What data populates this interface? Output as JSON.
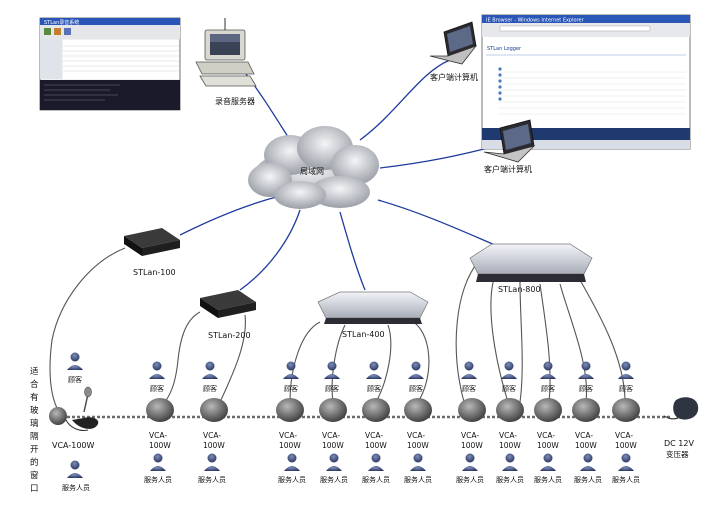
{
  "server_label": "录音服务器",
  "cloud_label": "局域网",
  "client_labels": [
    "客户端计算机",
    "客户端计算机"
  ],
  "server_window_title": "STLan录音系统",
  "client_window_title": "IE Browser - Windows Internet Explorer",
  "client_window_subtitle": "STLan Logger",
  "devices": [
    "STLan-100",
    "STLan-200",
    "STLan-400",
    "STLan-800"
  ],
  "vca_label_line1": "VCA-",
  "vca_label_line2": "100W",
  "vca_handset_label": "VCA-100W",
  "customer_label": "顾客",
  "staff_label": "服务人员",
  "window_caption": [
    "适",
    "合",
    "有",
    "玻",
    "璃",
    "隔",
    "开",
    "的",
    "窗",
    "口"
  ],
  "power_label_line1": "DC 12V",
  "power_label_line2": "变压器",
  "colors": {
    "network_cable": "#1e3a9e",
    "vca_cable": "#555555",
    "bus_line": "#6b6b6b",
    "person": "#3a4a7a",
    "cloud": "#c9ccd2"
  }
}
